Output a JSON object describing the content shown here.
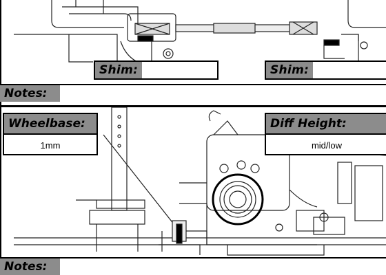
{
  "top_panel": {
    "shim_left": {
      "label": "Shim:",
      "value": ""
    },
    "shim_right": {
      "label": "Shim:",
      "value": ""
    },
    "notes": {
      "label": "Notes:",
      "value": ""
    }
  },
  "bottom_panel": {
    "wheelbase": {
      "label": "Wheelbase:",
      "value": "1mm"
    },
    "diff_height": {
      "label": "Diff Height:",
      "value": "mid/low"
    },
    "notes": {
      "label": "Notes:",
      "value": ""
    }
  },
  "colors": {
    "tag_gray": "#8c8c8c",
    "line": "#000000"
  }
}
